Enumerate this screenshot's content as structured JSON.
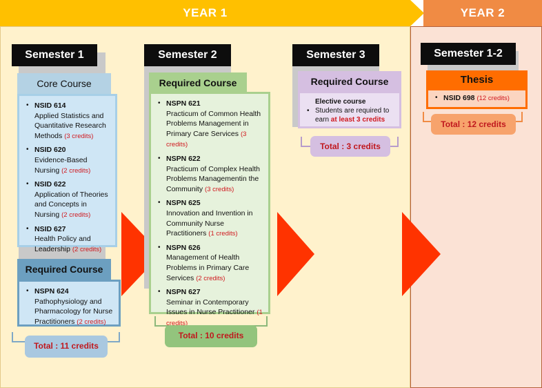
{
  "years": {
    "year1": "YEAR 1",
    "year2": "YEAR 2"
  },
  "colors": {
    "year1": "#ffc000",
    "year2": "#f08b44",
    "arrow": "#ff3300",
    "credits": "#d0181e"
  },
  "semester1": {
    "title": "Semester 1",
    "core": {
      "label": "Core Course",
      "courses": [
        {
          "code": "NSID 614",
          "name": "Applied Statistics and Quantitative Research Methods",
          "credits": "(3 credits)"
        },
        {
          "code": "NSID 620",
          "name": "Evidence-Based Nursing",
          "credits": "(2 credits)"
        },
        {
          "code": "NSID 622",
          "name": "Application of Theories and Concepts in Nursing",
          "credits": "(2 credits)"
        },
        {
          "code": "NSID 627",
          "name": "Health Policy and Leadership",
          "credits": "(2 credits)"
        }
      ]
    },
    "required": {
      "label": "Required Course",
      "courses": [
        {
          "code": "NSPN 624",
          "name": "Pathophysiology and Pharmacology for Nurse Practitioners",
          "credits": "(2 credits)"
        }
      ]
    },
    "total": {
      "word": "Total",
      "value": ": 11 credits"
    }
  },
  "semester2": {
    "title": "Semester 2",
    "required": {
      "label": "Required Course",
      "courses": [
        {
          "code": "NSPN 621",
          "name": "Practicum of Common Health Problems Management in Primary Care Services",
          "credits": "(3 credits)"
        },
        {
          "code": "NSPN 622",
          "name": "Practicum of Complex Health Problems Managementin the Community",
          "credits": "(3 credits)"
        },
        {
          "code": "NSPN 625",
          "name": "Innovation and Invention in Community Nurse Practitioners",
          "credits": "(1 credits)"
        },
        {
          "code": "NSPN 626",
          "name": "Management of Health Problems in Primary Care Services",
          "credits": "(2 credits)"
        },
        {
          "code": "NSPN 627",
          "name": "Seminar in Contemporary Issues in Nurse Practitioner",
          "credits": "(1 credits)"
        }
      ]
    },
    "total": {
      "word": "Total",
      "value": ": 10 credits"
    }
  },
  "semester3": {
    "title": "Semester 3",
    "required": {
      "label": "Required Course",
      "elective_title": "Elective course",
      "elective_text": "Students are required to earn",
      "elective_strong": "at least 3 credits"
    },
    "total": {
      "word": "Total",
      "value": ": 3 credits"
    }
  },
  "semester12": {
    "title": "Semester 1-2",
    "thesis": {
      "label": "Thesis",
      "code": "NSID 698",
      "credits": "(12 credits)"
    },
    "total": {
      "word": "Total",
      "value": ": 12 credits"
    }
  }
}
